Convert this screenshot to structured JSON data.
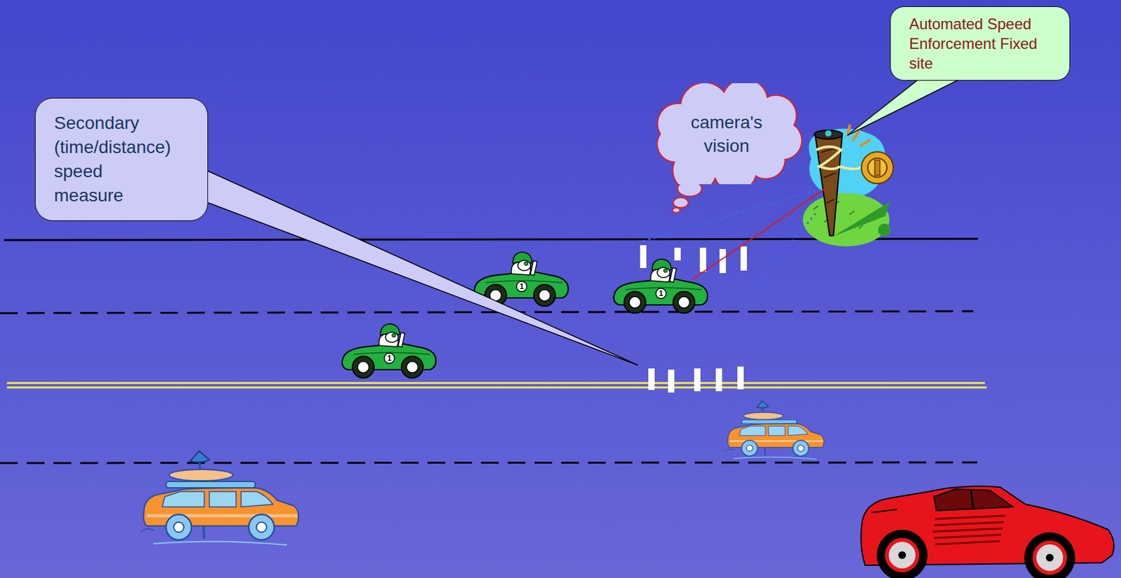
{
  "diagram": {
    "nodes": [
      {
        "text": [
          "Secondary (time/distance) speed measure"
        ]
      },
      {
        "text": [
          "camera's vision"
        ]
      },
      {
        "text": [
          "Automated Speed Enforcement Fixed site"
        ]
      }
    ],
    "labels": [
      "1",
      "1",
      "1"
    ]
  }
}
